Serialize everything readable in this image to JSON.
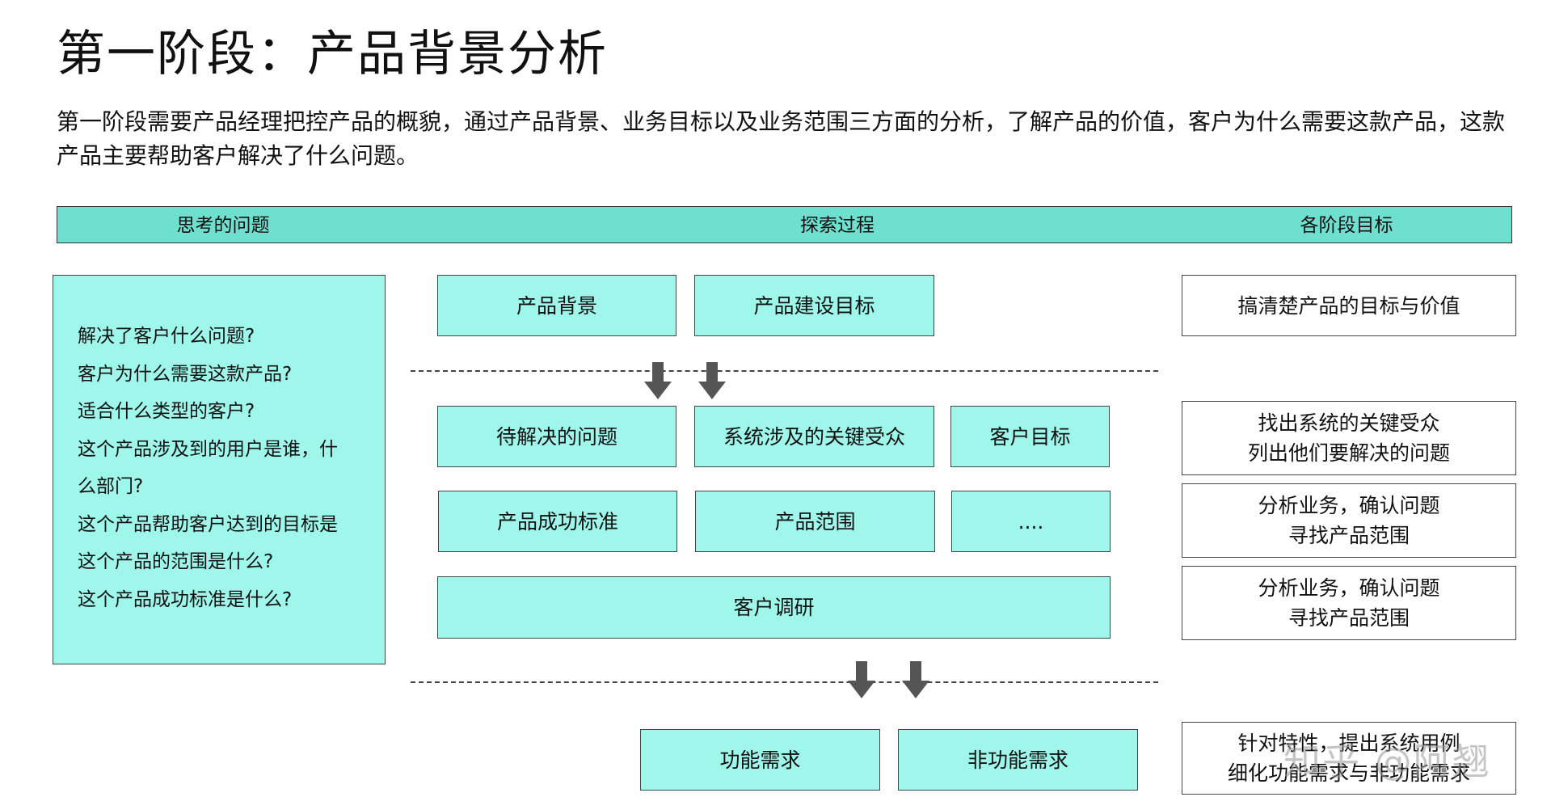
{
  "title": "第一阶段：产品背景分析",
  "intro": "第一阶段需要产品经理把控产品的概貌，通过产品背景、业务目标以及业务范围三方面的分析，了解产品的价值，客户为什么需要这款产品，这款产品主要帮助客户解决了什么问题。",
  "header": {
    "col1": "思考的问题",
    "col2": "探索过程",
    "col3": "各阶段目标"
  },
  "questions": [
    "解决了客户什么问题?",
    "客户为什么需要这款产品?",
    "适合什么类型的客户?",
    "这个产品涉及到的用户是谁，什",
    "么部门?",
    "这个产品帮助客户达到的目标是",
    "这个产品的范围是什么?",
    "这个产品成功标准是什么?"
  ],
  "process": {
    "row1": [
      "产品背景",
      "产品建设目标"
    ],
    "row2": [
      "待解决的问题",
      "系统涉及的关键受众",
      "客户目标"
    ],
    "row3": [
      "产品成功标准",
      "产品范围",
      "...."
    ],
    "row4": "客户调研",
    "row5": [
      "功能需求",
      "非功能需求"
    ]
  },
  "goals": [
    {
      "line1": "搞清楚产品的目标与价值",
      "line2": ""
    },
    {
      "line1": "找出系统的关键受众",
      "line2": "列出他们要解决的问题"
    },
    {
      "line1": "分析业务，确认问题",
      "line2": "寻找产品范围"
    },
    {
      "line1": "分析业务，确认问题",
      "line2": "寻找产品范围"
    },
    {
      "line1": "针对特性，提出系统用例",
      "line2": "细化功能需求与非功能需求"
    }
  ],
  "watermark": "知乎 @阿翘",
  "colors": {
    "header_teal": "#6fe0cf",
    "box_teal": "#9ff6ea",
    "arrow_gray": "#555555"
  }
}
